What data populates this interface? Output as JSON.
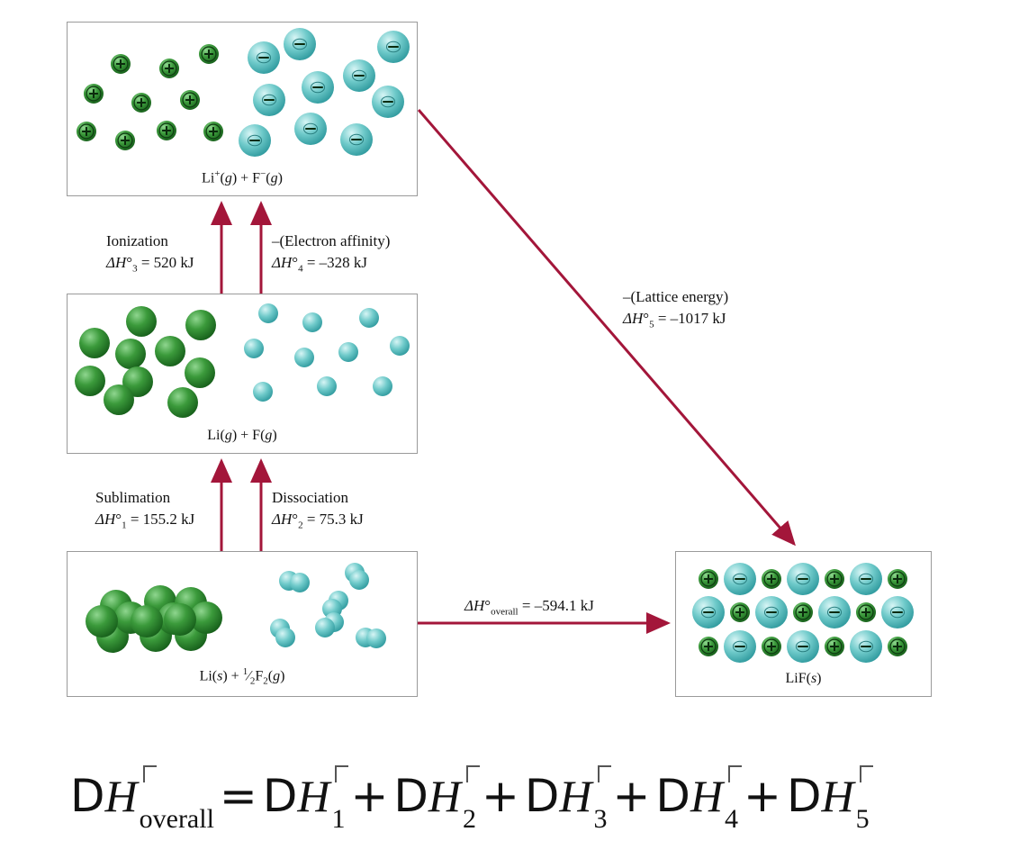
{
  "boxes": {
    "gas_ions": {
      "label_html": "Li<sup>+</sup>(<i>g</i>) + F<sup>&minus;</sup>(<i>g</i>)"
    },
    "gas_atoms": {
      "label_html": "Li(<i>g</i>) + F(<i>g</i>)"
    },
    "elements": {
      "label_html": "Li(<i>s</i>) + <sup>1</sup>&frasl;<sub>2</sub>F<sub>2</sub>(<i>g</i>)"
    },
    "lif_solid": {
      "label_html": "LiF(<i>s</i>)"
    }
  },
  "steps": {
    "sublimation": {
      "name": "Sublimation",
      "value_html": "<i>&Delta;H</i>&deg;<sub>1</sub> = 155.2 kJ"
    },
    "dissociation": {
      "name": "Dissociation",
      "value_html": "<i>&Delta;H</i>&deg;<sub>2</sub> = 75.3 kJ"
    },
    "ionization": {
      "name": "Ionization",
      "value_html": "<i>&Delta;H</i>&deg;<sub>3</sub> = 520 kJ"
    },
    "electron_affinity": {
      "name": "&ndash;(Electron affinity)",
      "value_html": "<i>&Delta;H</i>&deg;<sub>4</sub> = &ndash;328 kJ"
    },
    "lattice_energy": {
      "name": "&ndash;(Lattice energy)",
      "value_html": "<i>&Delta;H</i>&deg;<sub>5</sub> = &ndash;1017 kJ"
    },
    "overall": {
      "value_html": "<i>&Delta;H</i>&deg;<sub>overall</sub> = &ndash;594.1 kJ"
    }
  },
  "equation": {
    "d_symbol": "D",
    "h_symbol": "H",
    "subscripts": [
      "overall",
      "1",
      "2",
      "3",
      "4",
      "5"
    ],
    "equals": "=",
    "plus": "+"
  },
  "colors": {
    "arrow": "#a3163a",
    "li": "#2f8a2f",
    "f": "#5fc4c4"
  }
}
